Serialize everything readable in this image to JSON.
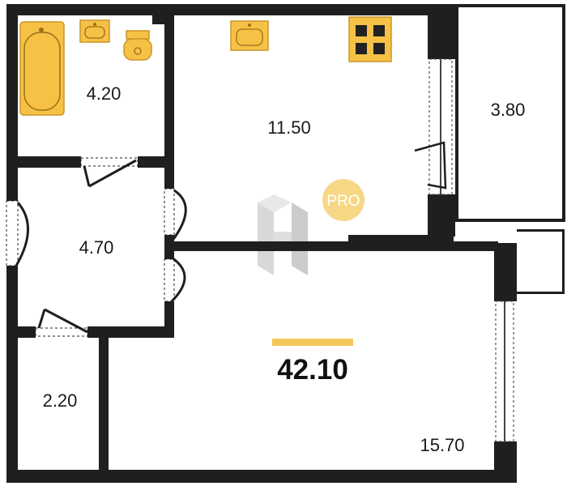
{
  "colors": {
    "wall": "#1f1f1f",
    "fixture": "#f6c145",
    "fixture_stroke": "#c8962a",
    "accent_bar": "#f5c65a",
    "pro_badge": "#f7d785",
    "watermark": "#cfcfcf"
  },
  "plan": {
    "total_area": "42.10",
    "rooms": [
      {
        "id": "bathroom",
        "area": "4.20"
      },
      {
        "id": "kitchen",
        "area": "11.50"
      },
      {
        "id": "balcony",
        "area": "3.80"
      },
      {
        "id": "hallway",
        "area": "4.70"
      },
      {
        "id": "storage",
        "area": "2.20"
      },
      {
        "id": "living-room",
        "area": "15.70"
      }
    ],
    "badge": "PRO",
    "icons": [
      "bathtub-icon",
      "washbasin-icon",
      "toilet-icon",
      "kitchen-sink-icon",
      "stove-icon",
      "watermark-logo-icon"
    ]
  }
}
